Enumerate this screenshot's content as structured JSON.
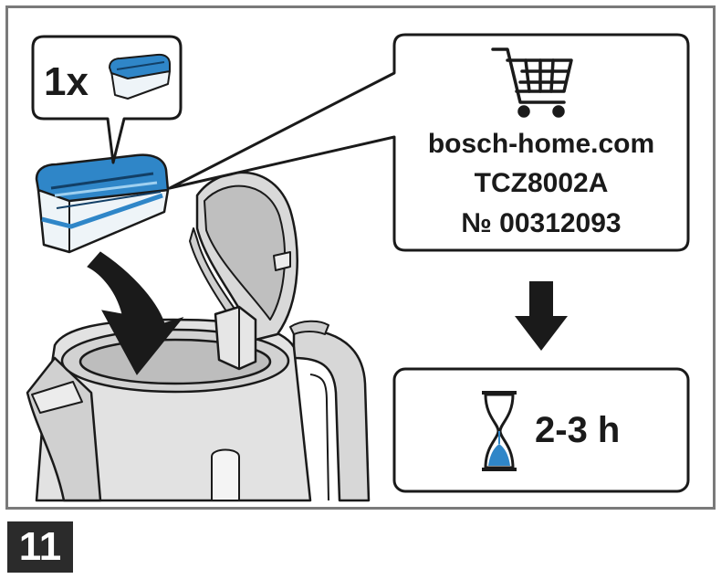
{
  "callout_quantity": "1x",
  "info_box": {
    "icon": "shopping-cart-icon",
    "website": "bosch-home.com",
    "model": "TCZ8002A",
    "part_number": "№ 00312093"
  },
  "wait_box": {
    "icon": "hourglass-icon",
    "duration": "2-3 h"
  },
  "step_number": "11",
  "colors": {
    "accent_blue": "#2f86c8",
    "frame": "#7a7a7a",
    "kettle": "#e2e2e2",
    "badge": "#2b2b2b"
  }
}
